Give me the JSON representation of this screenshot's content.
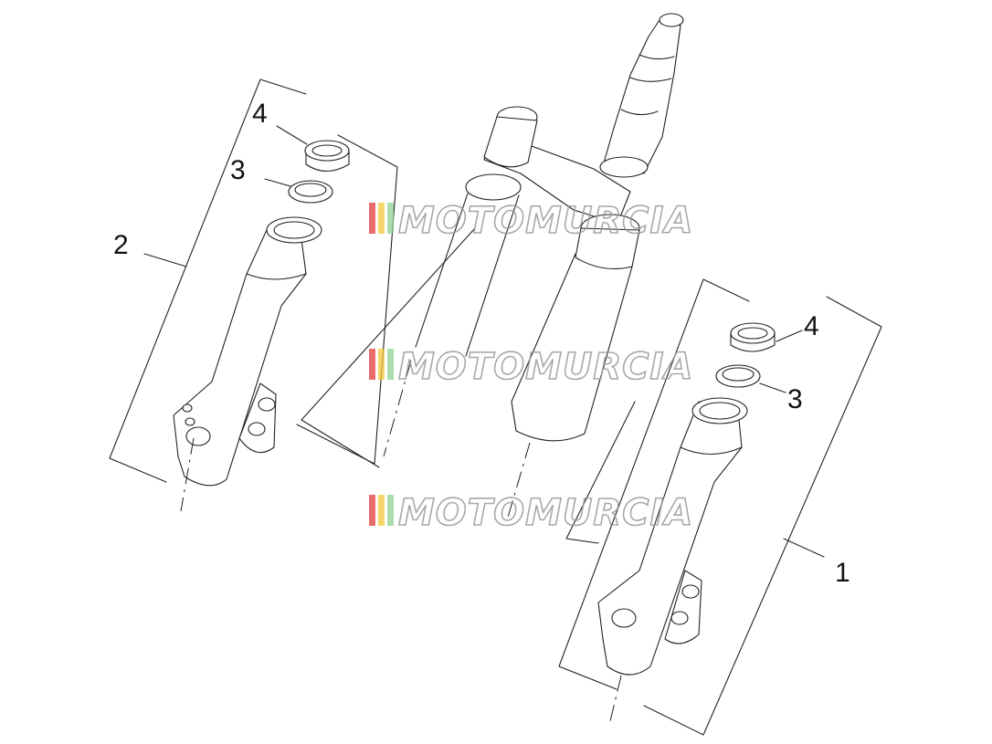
{
  "callouts": {
    "left_assembly": "2",
    "right_assembly": "1",
    "left_bushing": "4",
    "left_seal": "3",
    "right_bushing": "4",
    "right_seal": "3"
  },
  "watermarks": [
    "MOTOMURCIA",
    "MOTOMURCIA",
    "MOTOMURCIA"
  ],
  "colors": {
    "line": "#222222",
    "watermark": "#9a9a9a",
    "watermark_red": "#e03c3c",
    "watermark_yellow": "#f3c93a",
    "watermark_green": "#8fd08f"
  }
}
